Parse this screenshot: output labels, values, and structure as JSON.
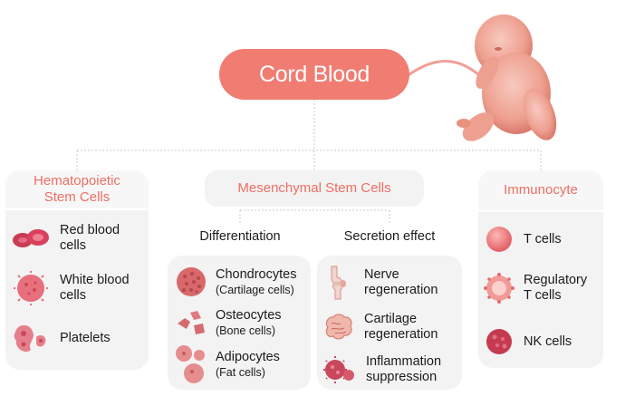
{
  "root": {
    "label": "Cord Blood"
  },
  "hematopoietic": {
    "title_line1": "Hematopoietic",
    "title_line2": "Stem Cells",
    "items": [
      {
        "label_line1": "Red blood",
        "label_line2": "cells",
        "icon": "red-blood-cells-icon"
      },
      {
        "label_line1": "White blood",
        "label_line2": "cells",
        "icon": "white-blood-cell-icon"
      },
      {
        "label_line1": "Platelets",
        "label_line2": "",
        "icon": "platelets-icon"
      }
    ]
  },
  "mesenchymal": {
    "title": "Mesenchymal Stem Cells",
    "differentiation": {
      "title": "Differentiation",
      "items": [
        {
          "label": "Chondrocytes",
          "sub": "(Cartilage cells)",
          "icon": "chondrocyte-icon"
        },
        {
          "label": "Osteocytes",
          "sub": "(Bone cells)",
          "icon": "osteocyte-icon"
        },
        {
          "label": "Adipocytes",
          "sub": "(Fat cells)",
          "icon": "adipocyte-icon"
        }
      ]
    },
    "secretion": {
      "title": "Secretion effect",
      "items": [
        {
          "label_line1": "Nerve",
          "label_line2": "regeneration",
          "icon": "knee-joint-icon"
        },
        {
          "label_line1": "Cartilage",
          "label_line2": "regeneration",
          "icon": "brain-icon"
        },
        {
          "label_line1": "Inflammation",
          "label_line2": "suppression",
          "icon": "virus-icon"
        }
      ]
    }
  },
  "immunocyte": {
    "title": "Immunocyte",
    "items": [
      {
        "label_line1": "T cells",
        "label_line2": "",
        "icon": "t-cell-icon"
      },
      {
        "label_line1": "Regulatory",
        "label_line2": "T cells",
        "icon": "regulatory-t-cell-icon"
      },
      {
        "label_line1": "NK cells",
        "label_line2": "",
        "icon": "nk-cell-icon"
      }
    ]
  },
  "colors": {
    "accent": "#f07c72",
    "heading": "#ee6e63",
    "panel": "#f3f3f3",
    "connector": "#c8c8c8"
  }
}
